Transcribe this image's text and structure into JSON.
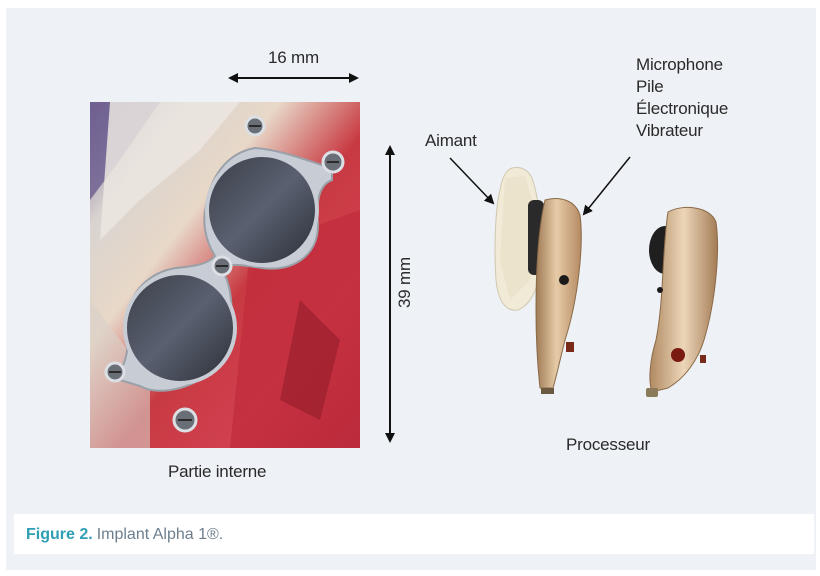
{
  "figure": {
    "dimension_width": "16 mm",
    "dimension_height": "39 mm",
    "label_internal": "Partie interne",
    "label_magnet": "Aimant",
    "processor_components": [
      "Microphone",
      "Pile",
      "Électronique",
      "Vibrateur"
    ],
    "label_processor": "Processeur"
  },
  "caption": {
    "label": "Figure 2.",
    "text": "Implant Alpha 1®."
  },
  "colors": {
    "panel_background": "#eef1f5",
    "caption_label": "#2f9fb4",
    "caption_text": "#6d7f8e",
    "device_gold": "#c9a27a"
  }
}
